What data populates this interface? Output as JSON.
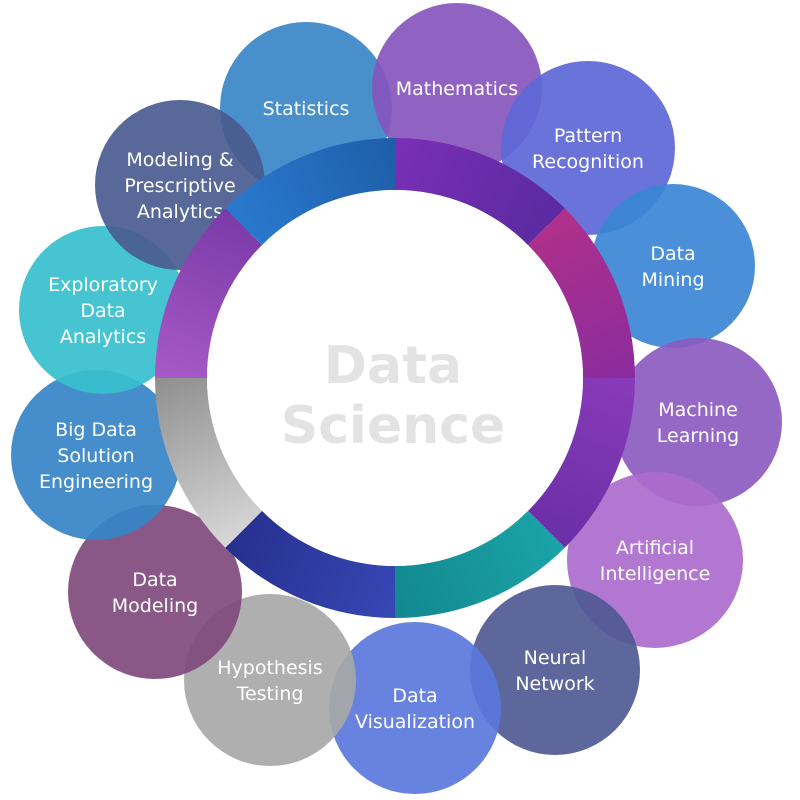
{
  "center": {
    "title_lines": [
      "Data",
      "Science"
    ]
  },
  "topics": [
    {
      "lines": [
        "Mathematics"
      ],
      "color": "#8756be"
    },
    {
      "lines": [
        "Pattern",
        "Recognition"
      ],
      "color": "#5d67d6"
    },
    {
      "lines": [
        "Data",
        "Mining"
      ],
      "color": "#3b86d5"
    },
    {
      "lines": [
        "Machine",
        "Learning"
      ],
      "color": "#8c5bc0"
    },
    {
      "lines": [
        "Artificial",
        "Intelligence"
      ],
      "color": "#ab6bcd"
    },
    {
      "lines": [
        "Neural",
        "Network"
      ],
      "color": "#4f5a93"
    },
    {
      "lines": [
        "Data",
        "Visualization"
      ],
      "color": "#5b77dc"
    },
    {
      "lines": [
        "Hypothesis",
        "Testing"
      ],
      "color": "#a8a8a8"
    },
    {
      "lines": [
        "Data",
        "Modeling"
      ],
      "color": "#7f4a7d"
    },
    {
      "lines": [
        "Big Data",
        "Solution",
        "Engineering"
      ],
      "color": "#3584c7"
    },
    {
      "lines": [
        "Exploratory",
        "Data",
        "Analytics"
      ],
      "color": "#36bfcd"
    },
    {
      "lines": [
        "Modeling &",
        "Prescriptive",
        "Analytics"
      ],
      "color": "#4a5b8f"
    },
    {
      "lines": [
        "Statistics"
      ],
      "color": "#3a86c8"
    }
  ],
  "ring_segments": [
    {
      "color_start": "#7a2fb5",
      "color_end": "#5a2aa0"
    },
    {
      "color_start": "#b0308a",
      "color_end": "#8a2c9e"
    },
    {
      "color_start": "#8a3ab8",
      "color_end": "#6a2fa8"
    },
    {
      "color_start": "#1aa4a8",
      "color_end": "#13878f"
    },
    {
      "color_start": "#3747b5",
      "color_end": "#26308e"
    },
    {
      "color_start": "#d8d8d8",
      "color_end": "#8e8e8e"
    },
    {
      "color_start": "#a85ac8",
      "color_end": "#7a3aa8"
    },
    {
      "color_start": "#2a7ad0",
      "color_end": "#1e5ea8"
    }
  ]
}
